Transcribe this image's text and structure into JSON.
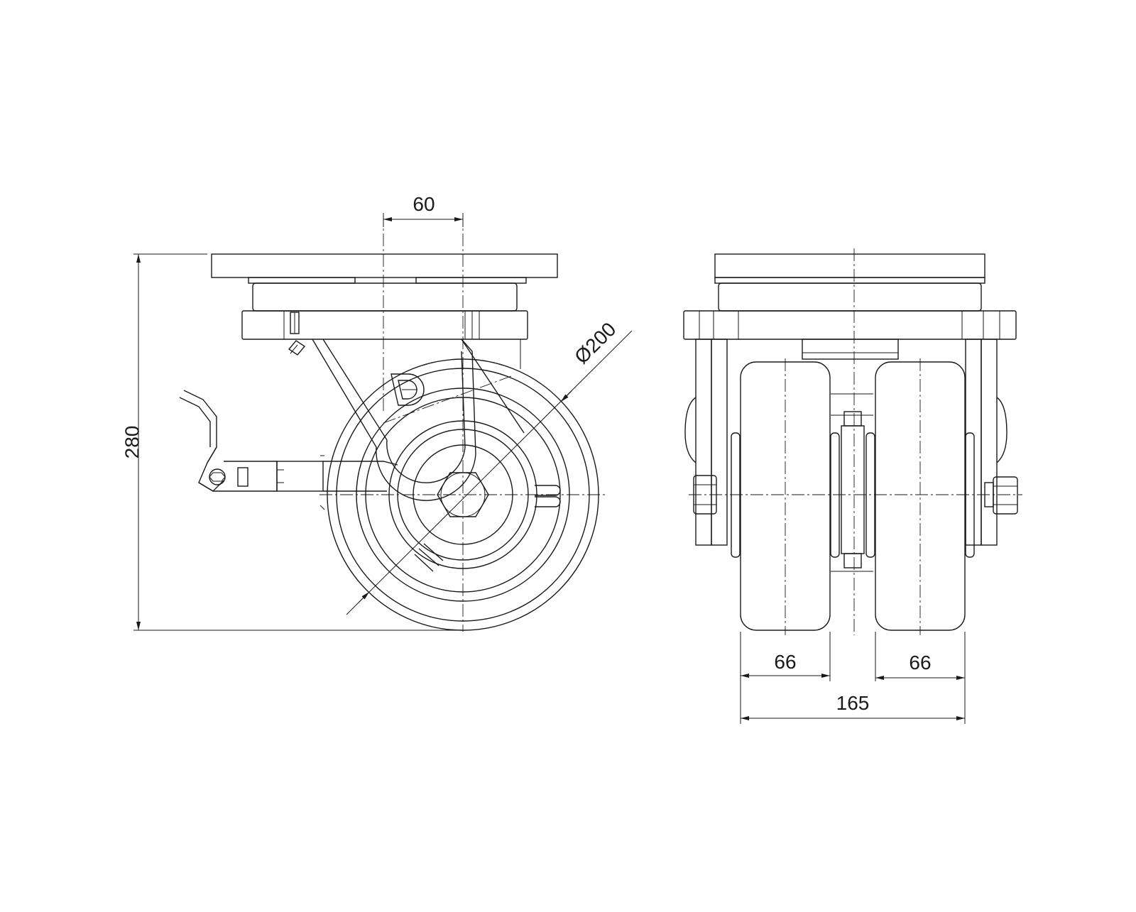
{
  "drawing": {
    "dimensions": {
      "offset": "60",
      "wheel_diameter": "Ø200",
      "height": "280",
      "wheel_width_left": "66",
      "wheel_width_right": "66",
      "overall_width": "165"
    }
  }
}
